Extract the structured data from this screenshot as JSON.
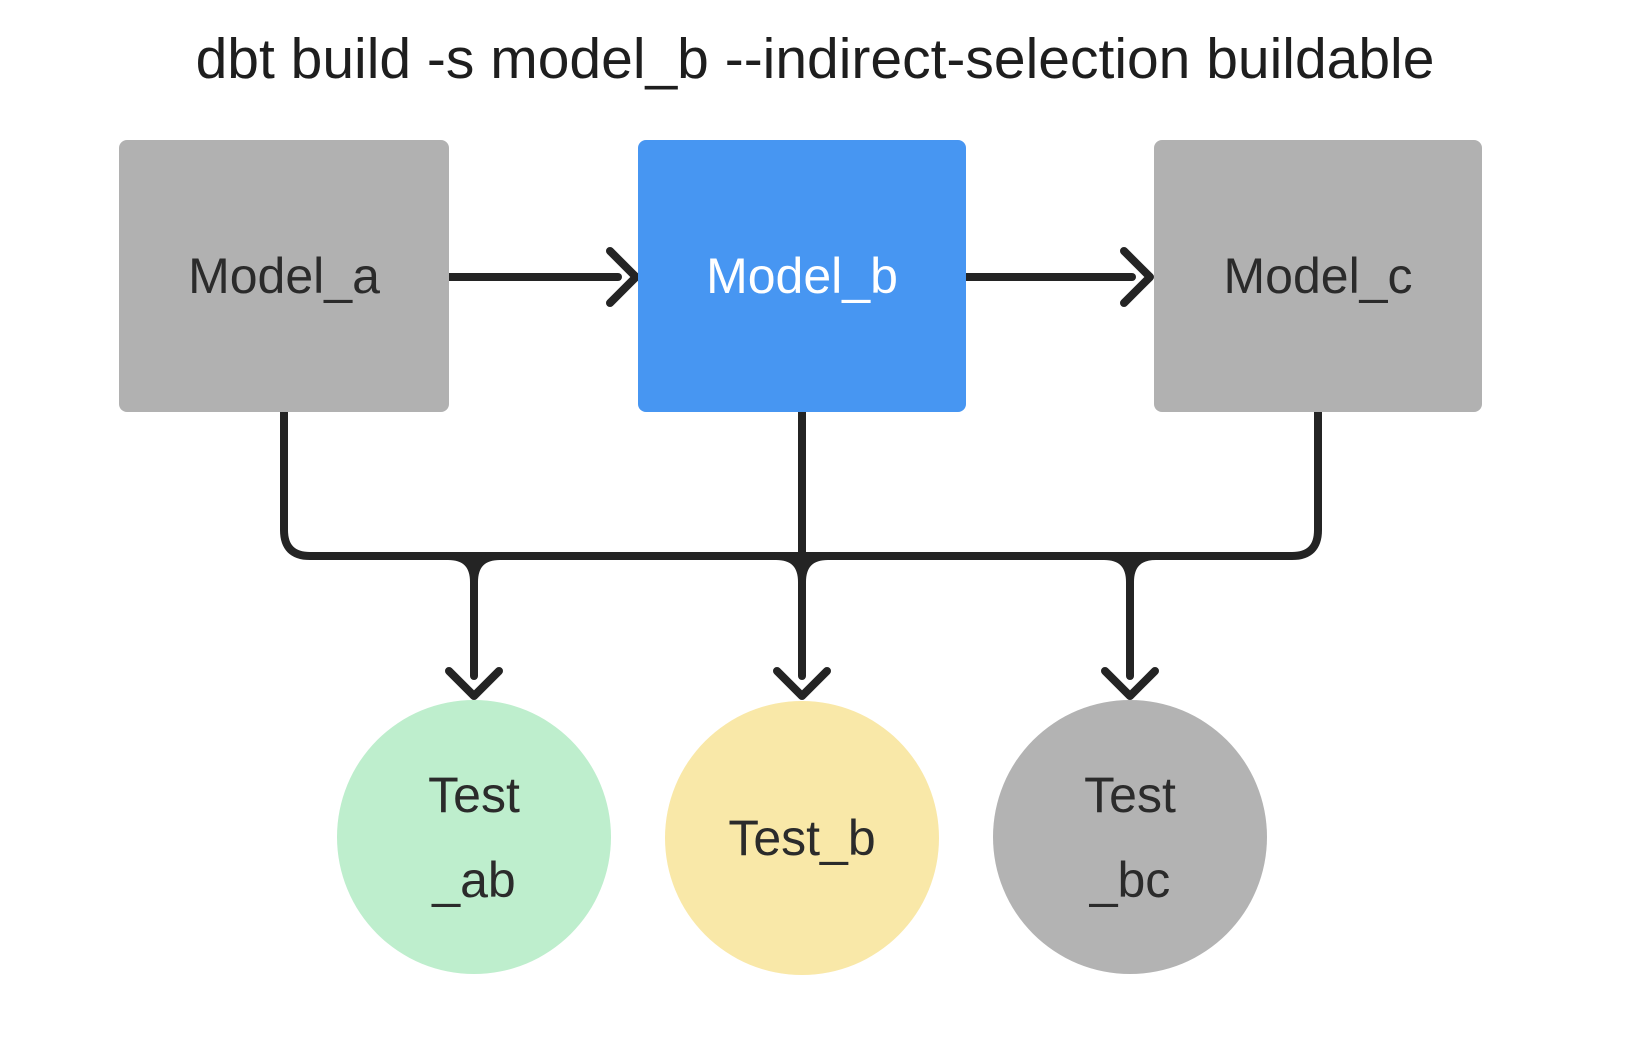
{
  "title": "dbt build -s model_b --indirect-selection buildable",
  "colors": {
    "background": "#ffffff",
    "box-gray": "#b1b1b1",
    "box-blue": "#4796f2",
    "circle-green": "#beeecd",
    "circle-yellow": "#f9e8a8",
    "circle-gray": "#b3b3b3",
    "line": "#242424",
    "text-dark": "#2b2b2b",
    "text-light": "#ffffff",
    "title-color": "#1e1e1e"
  },
  "nodes": {
    "model_a": {
      "label": "Model_a",
      "type": "model",
      "highlighted": false
    },
    "model_b": {
      "label": "Model_b",
      "type": "model",
      "highlighted": true
    },
    "model_c": {
      "label": "Model_c",
      "type": "model",
      "highlighted": false
    },
    "test_ab": {
      "lines": [
        "Test",
        "_ab"
      ],
      "type": "test"
    },
    "test_b": {
      "lines": [
        "Test_b"
      ],
      "type": "test"
    },
    "test_bc": {
      "lines": [
        "Test",
        "_bc"
      ],
      "type": "test"
    }
  },
  "edges": [
    {
      "from": "Model_a",
      "to": "Model_b"
    },
    {
      "from": "Model_b",
      "to": "Model_c"
    },
    {
      "from": "Model_a",
      "to": "Test_ab"
    },
    {
      "from": "Model_b",
      "to": "Test_ab"
    },
    {
      "from": "Model_b",
      "to": "Test_b"
    },
    {
      "from": "Model_b",
      "to": "Test_bc"
    },
    {
      "from": "Model_c",
      "to": "Test_bc"
    }
  ]
}
